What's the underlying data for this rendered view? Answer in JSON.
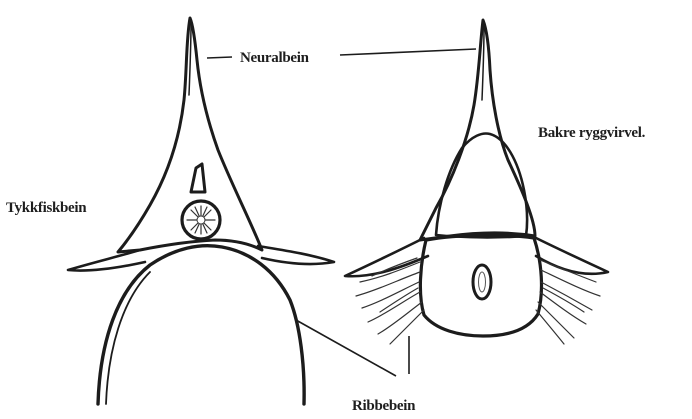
{
  "labels": {
    "neuralbein": "Neuralbein",
    "bakre_ryggvirvel": "Bakre ryggvirvel.",
    "tykkfiskbein": "Tykkfiskbein",
    "ribbebein": "Ribbebein"
  },
  "colors": {
    "ink": "#1c1c1c",
    "stipple": "#4a4a4a",
    "background": "#ffffff"
  }
}
